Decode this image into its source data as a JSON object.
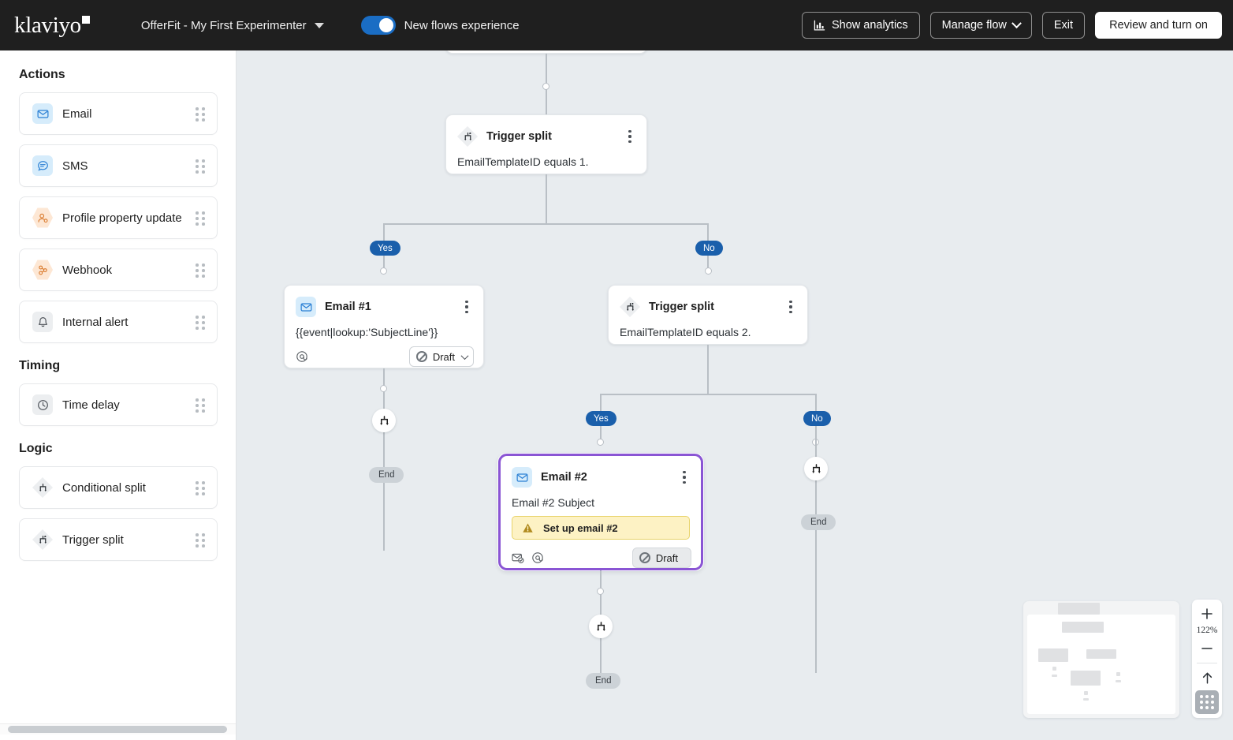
{
  "topbar": {
    "logo_text": "klaviyo",
    "flow_name": "OfferFit - My First Experimenter",
    "toggle_label": "New flows experience",
    "toggle_on": true,
    "show_analytics_label": "Show analytics",
    "manage_flow_label": "Manage flow",
    "exit_label": "Exit",
    "review_label": "Review and turn on"
  },
  "sidebar": {
    "groups": [
      {
        "title": "Actions",
        "items": [
          {
            "label": "Email",
            "icon": "email-icon",
            "icon_style": "blue"
          },
          {
            "label": "SMS",
            "icon": "sms-icon",
            "icon_style": "blue"
          },
          {
            "label": "Profile property update",
            "icon": "profile-update-icon",
            "icon_style": "orange"
          },
          {
            "label": "Webhook",
            "icon": "webhook-icon",
            "icon_style": "orange"
          },
          {
            "label": "Internal alert",
            "icon": "bell-icon",
            "icon_style": "grey"
          }
        ]
      },
      {
        "title": "Timing",
        "items": [
          {
            "label": "Time delay",
            "icon": "clock-icon",
            "icon_style": "grey"
          }
        ]
      },
      {
        "title": "Logic",
        "items": [
          {
            "label": "Conditional split",
            "icon": "conditional-split-icon",
            "icon_style": "diamond"
          },
          {
            "label": "Trigger split",
            "icon": "trigger-split-icon",
            "icon_style": "diamond"
          }
        ]
      }
    ]
  },
  "canvas": {
    "nodes": {
      "trigger_split_1": {
        "title": "Trigger split",
        "subtitle": "EmailTemplateID equals 1.",
        "icon": "trigger-split-icon"
      },
      "email_1": {
        "title": "Email #1",
        "subtitle": "{{event|lookup:'SubjectLine'}}",
        "icon": "email-icon",
        "status": "Draft"
      },
      "trigger_split_2": {
        "title": "Trigger split",
        "subtitle": "EmailTemplateID equals 2.",
        "icon": "trigger-split-icon"
      },
      "email_2": {
        "title": "Email #2",
        "subtitle": "Email #2 Subject",
        "icon": "email-icon",
        "warning": "Set up email #2",
        "status": "Draft",
        "selected": true
      }
    },
    "branch_labels": {
      "yes": "Yes",
      "no": "No"
    },
    "end_label": "End"
  },
  "zoom_controls": {
    "zoom_in": "+",
    "zoom_level": "122%",
    "zoom_out": "−",
    "fit_label": "fit-to-screen-icon",
    "grid_label": "minimap-toggle-icon"
  },
  "colors": {
    "topbar_bg": "#1f1f1f",
    "canvas_bg": "#e8ecef",
    "accent_blue": "#1a5fab",
    "selection_purple": "#8a55d4",
    "warning_bg": "#fdf2c4",
    "warning_border": "#e8d36a"
  }
}
